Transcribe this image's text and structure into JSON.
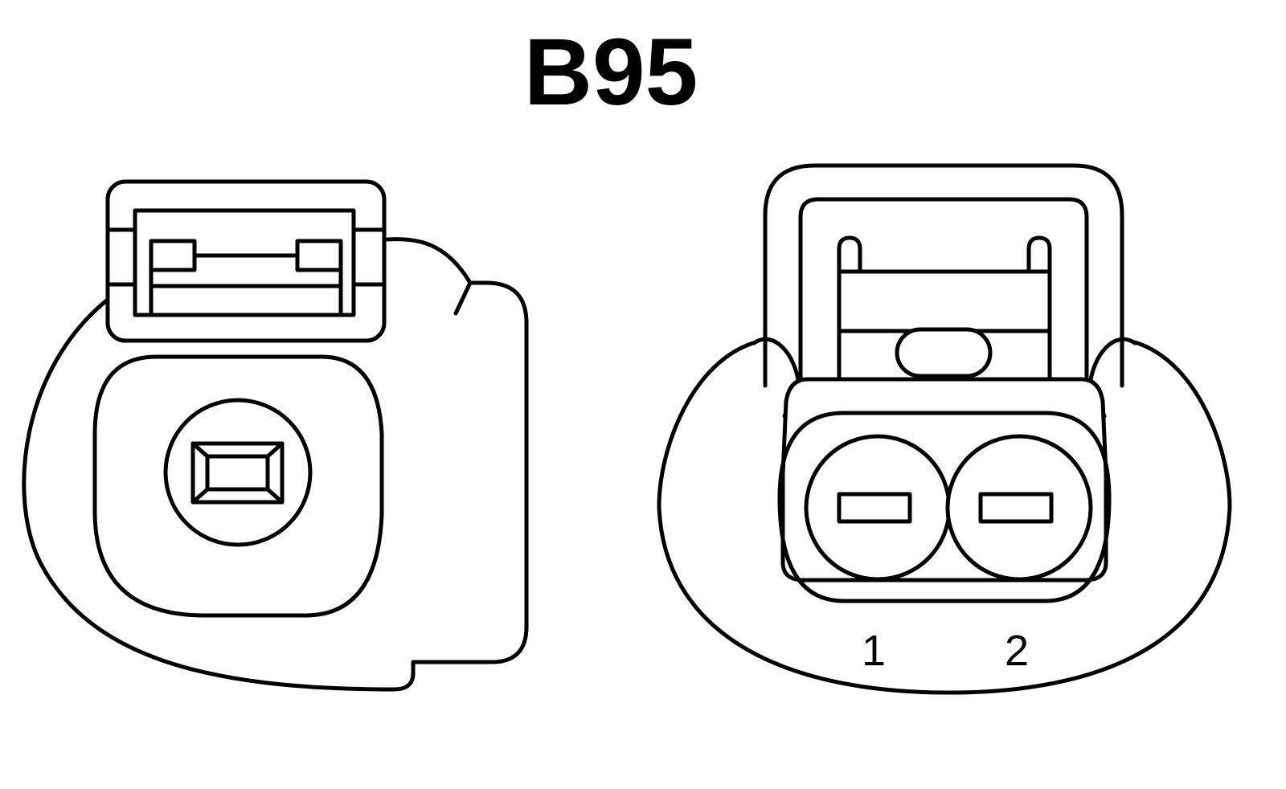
{
  "connector_id": "B95",
  "pins": [
    {
      "label": "1"
    },
    {
      "label": "2"
    }
  ],
  "colors": {
    "line": "#000000",
    "background": "#ffffff"
  }
}
